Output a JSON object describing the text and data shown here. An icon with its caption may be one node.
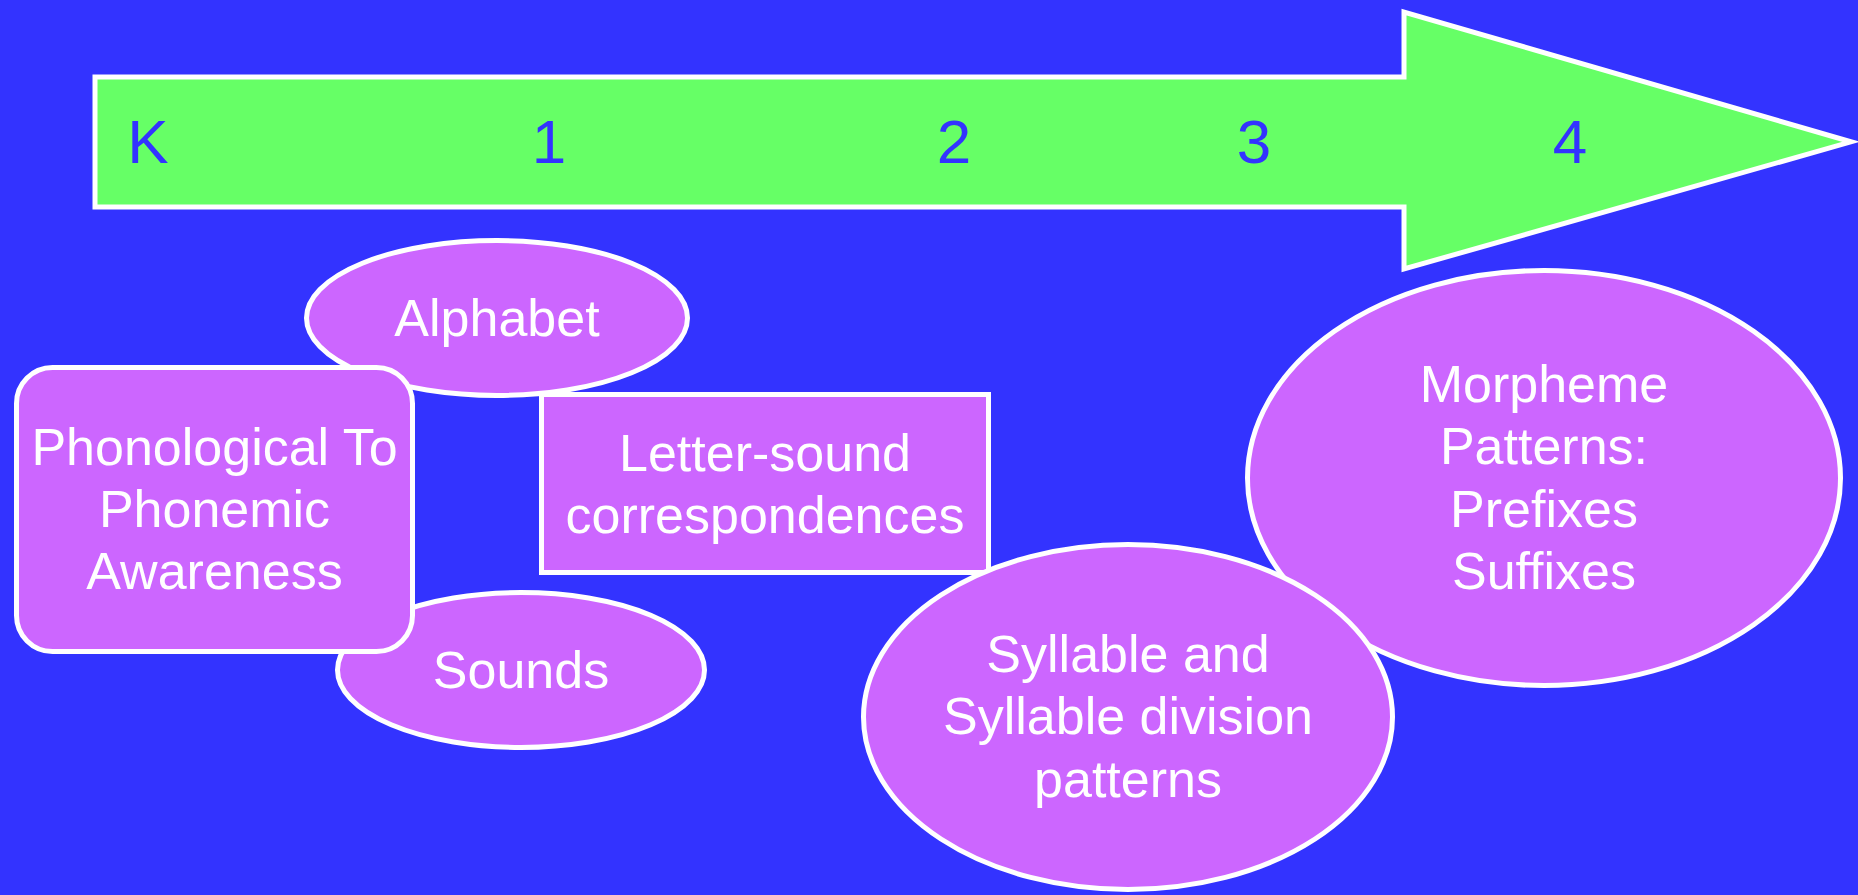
{
  "diagram": {
    "nodes": [
      {
        "text": [
          "K",
          "1",
          "2",
          "3",
          "4"
        ]
      },
      {
        "text": [
          "Alphabet"
        ]
      },
      {
        "text": [
          "Phonological To Phonemic Awareness"
        ]
      },
      {
        "text": [
          "Sounds"
        ]
      },
      {
        "text": [
          "Letter-sound correspondences"
        ]
      },
      {
        "text": [
          "Syllable and Syllable division patterns"
        ]
      },
      {
        "text": [
          "Morpheme Patterns: Prefixes Suffixes"
        ]
      }
    ],
    "edges": []
  }
}
